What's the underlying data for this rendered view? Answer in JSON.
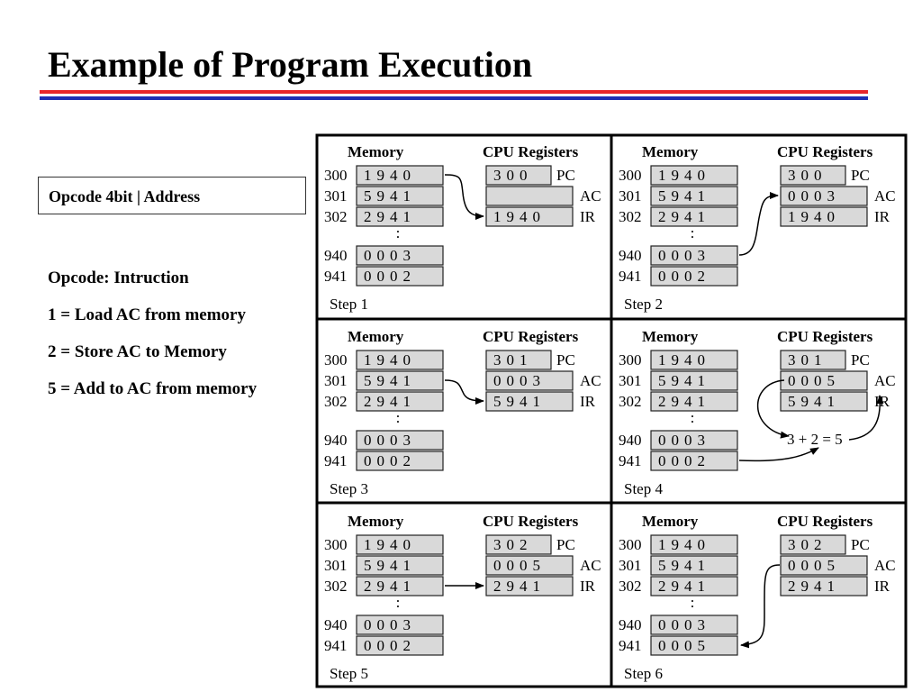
{
  "title": "Example of Program Execution",
  "opcode_box": "Opcode 4bit | Address",
  "legend": [
    "Opcode: Intruction",
    "1 = Load AC from memory",
    "2 = Store AC to Memory",
    "5 = Add to AC from memory"
  ],
  "figure": {
    "memory_header": "Memory",
    "cpu_header": "CPU Registers",
    "memory_addresses": [
      "300",
      "301",
      "302",
      "940",
      "941"
    ],
    "register_labels": [
      "PC",
      "AC",
      "IR"
    ],
    "ellipsis": ":",
    "steps": [
      {
        "label": "Step 1",
        "memory": [
          "1940",
          "5941",
          "2941",
          "0003",
          "0002"
        ],
        "pc": "300",
        "ac": "",
        "ir": "1940"
      },
      {
        "label": "Step 2",
        "memory": [
          "1940",
          "5941",
          "2941",
          "0003",
          "0002"
        ],
        "pc": "300",
        "ac": "0003",
        "ir": "1940"
      },
      {
        "label": "Step 3",
        "memory": [
          "1940",
          "5941",
          "2941",
          "0003",
          "0002"
        ],
        "pc": "301",
        "ac": "0003",
        "ir": "5941"
      },
      {
        "label": "Step 4",
        "memory": [
          "1940",
          "5941",
          "2941",
          "0003",
          "0002"
        ],
        "pc": "301",
        "ac": "0005",
        "ir": "5941",
        "note": "3 + 2 = 5"
      },
      {
        "label": "Step 5",
        "memory": [
          "1940",
          "5941",
          "2941",
          "0003",
          "0002"
        ],
        "pc": "302",
        "ac": "0005",
        "ir": "2941"
      },
      {
        "label": "Step 6",
        "memory": [
          "1940",
          "5941",
          "2941",
          "0003",
          "0005"
        ],
        "pc": "302",
        "ac": "0005",
        "ir": "2941"
      }
    ]
  }
}
